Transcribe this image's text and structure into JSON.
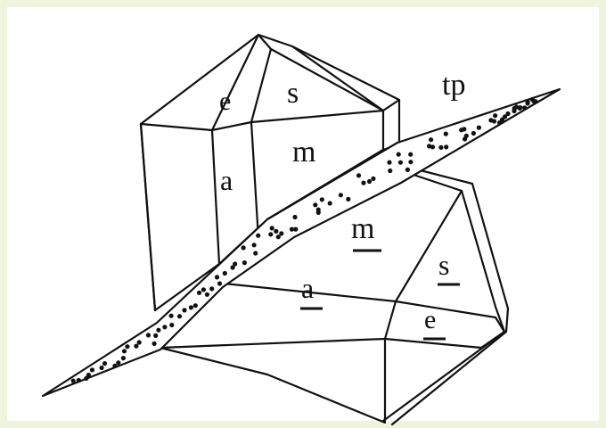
{
  "figure": {
    "background_color": "#eef5dc",
    "panel_color": "#ffffff",
    "line_color": "#111111"
  },
  "labels": {
    "upper_crystal": {
      "e": "e",
      "s": "s",
      "m": "m",
      "a": "a"
    },
    "lower_crystal": {
      "m": "m",
      "s": "s",
      "a": "a",
      "e": "e"
    },
    "twin_plane": "tp"
  }
}
